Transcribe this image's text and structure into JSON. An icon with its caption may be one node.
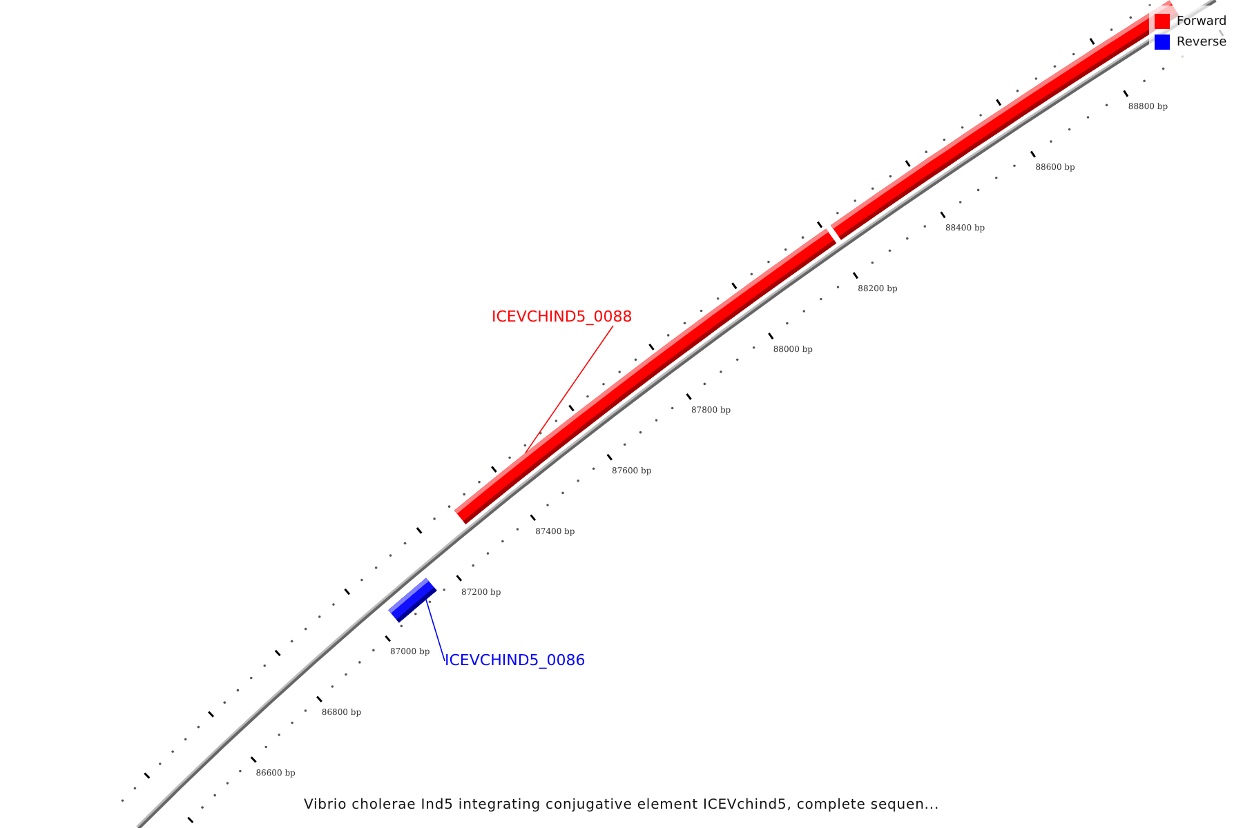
{
  "diagram": {
    "caption": "Vibrio cholerae Ind5 integrating conjugative element ICEVchind5, complete sequen...",
    "nodes": [
      {
        "text": [
          "ICEVCHIND5_0088"
        ]
      },
      {
        "text": [],
        "shape": "bar"
      },
      {
        "text": [],
        "shape": "bar"
      },
      {
        "text": [
          "ICEVCHIND5_0086"
        ]
      },
      {
        "text": [],
        "shape": "bar"
      }
    ],
    "edges": [
      {
        "from": 0,
        "to": 1,
        "arrow": "none",
        "color": "#ff0000"
      },
      {
        "from": 3,
        "to": 4,
        "arrow": "none",
        "color": "#0000ff"
      }
    ],
    "labels": [
      "86600 bp",
      "86800 bp",
      "87000 bp",
      "87200 bp",
      "87400 bp",
      "87600 bp",
      "87800 bp",
      "88000 bp",
      "88200 bp",
      "88400 bp",
      "88600 bp",
      "88800 bp"
    ],
    "legend": [
      {
        "text": "Forward",
        "color": "#ff0000"
      },
      {
        "text": "Reverse",
        "color": "#0000ff"
      }
    ]
  }
}
